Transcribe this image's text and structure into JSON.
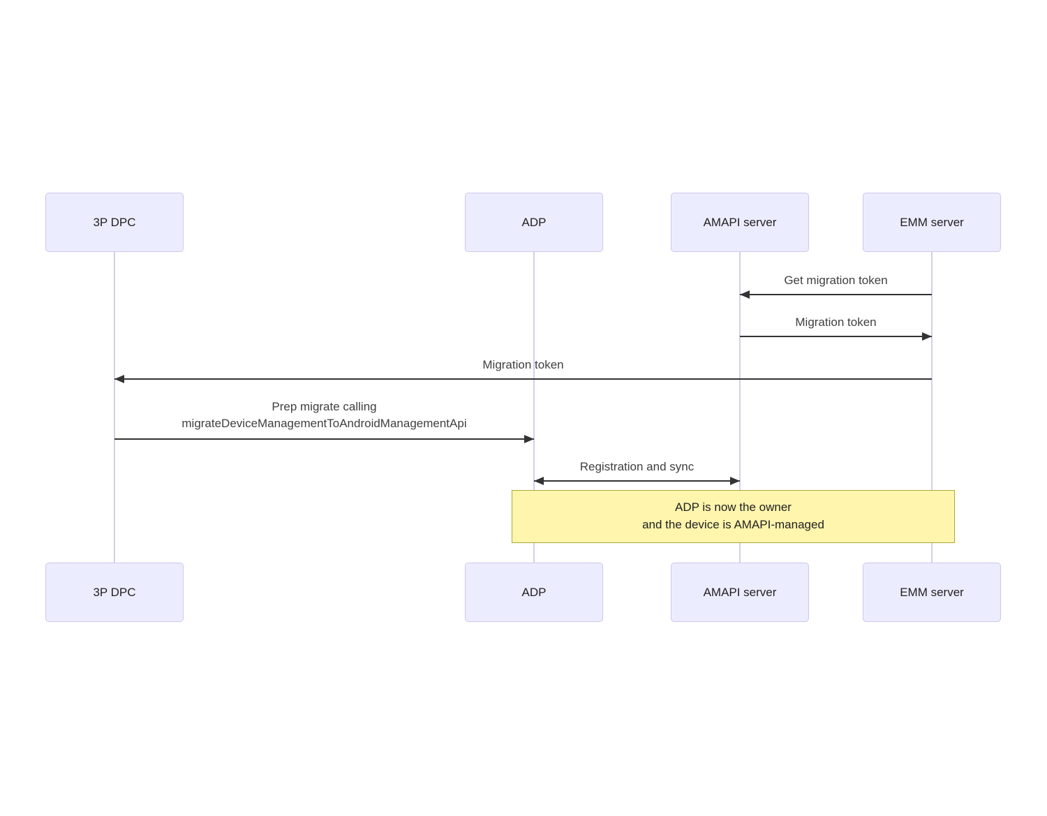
{
  "diagram": {
    "type": "sequence-diagram",
    "actors": [
      {
        "id": "3p-dpc",
        "label": "3P DPC"
      },
      {
        "id": "adp",
        "label": "ADP"
      },
      {
        "id": "amapi-server",
        "label": "AMAPI server"
      },
      {
        "id": "emm-server",
        "label": "EMM server"
      }
    ],
    "messages": [
      {
        "label": "Get migration token",
        "from": "emm-server",
        "to": "amapi-server",
        "arrow": "left"
      },
      {
        "label": "Migration token",
        "from": "amapi-server",
        "to": "emm-server",
        "arrow": "right"
      },
      {
        "label": "Migration token",
        "from": "emm-server",
        "to": "3p-dpc",
        "arrow": "left"
      },
      {
        "line1": "Prep migrate calling",
        "line2": "migrateDeviceManagementToAndroidManagementApi",
        "from": "3p-dpc",
        "to": "adp",
        "arrow": "right"
      },
      {
        "label": "Registration and sync",
        "from": "adp",
        "to": "amapi-server",
        "arrow": "both"
      }
    ],
    "note": {
      "line1": "ADP is now the owner",
      "line2": "and the device is AMAPI-managed",
      "over": "adp-to-emm-server"
    },
    "colors": {
      "actor_fill": "#ececff",
      "actor_border": "#cfc6ea",
      "lifeline": "#d6cdec",
      "arrow": "#333333",
      "message_text": "#3f3f3f",
      "note_fill": "#fff5ad",
      "note_border": "#aaaa33"
    }
  }
}
